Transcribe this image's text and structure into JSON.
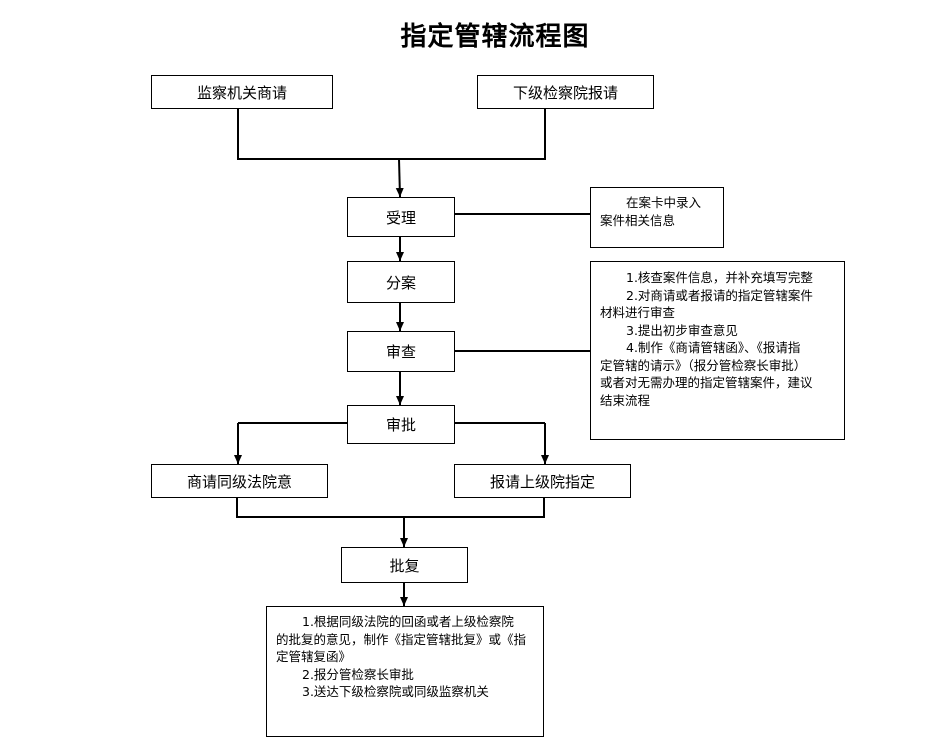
{
  "title": "指定管辖流程图",
  "boxes": {
    "supervision_request": "监察机关商请",
    "lower_procuratorate_report": "下级检察院报请",
    "accept": "受理",
    "assign": "分案",
    "review": "审查",
    "approve": "审批",
    "consult_court": "商请同级法院意",
    "report_superior": "报请上级院指定",
    "reply": "批复"
  },
  "notes": {
    "accept_note": [
      "在案卡中录入",
      "案件相关信息"
    ],
    "review_note": [
      "1.核查案件信息，并补充填写完整",
      "2.对商请或者报请的指定管辖案件",
      "材料进行审查",
      "3.提出初步审查意见",
      "4.制作《商请管辖函》、《报请指",
      "定管辖的请示》（报分管检察长审批）",
      "或者对无需办理的指定管辖案件，建议",
      "结束流程"
    ],
    "reply_note": [
      "1.根据同级法院的回函或者上级检察院",
      "的批复的意见，制作《指定管辖批复》或《指",
      "定管辖复函》",
      "2.报分管检察长审批",
      "3.送达下级检察院或同级监察机关"
    ]
  }
}
